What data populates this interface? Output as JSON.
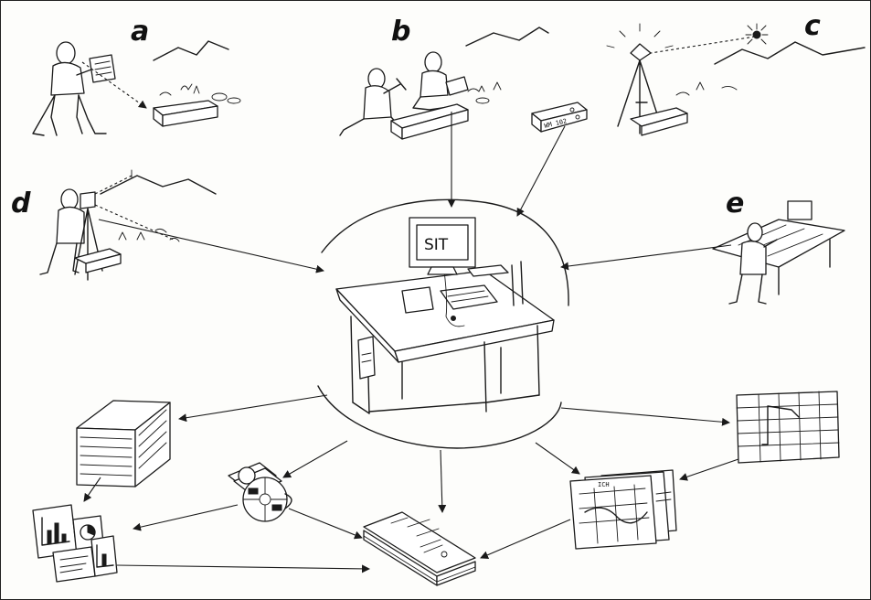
{
  "panel_labels": {
    "a": "a",
    "b": "b",
    "c": "c",
    "d": "d",
    "e": "e"
  },
  "computer_screen_text": "SIT",
  "device_label": "WM 102",
  "map_label": "ICH"
}
